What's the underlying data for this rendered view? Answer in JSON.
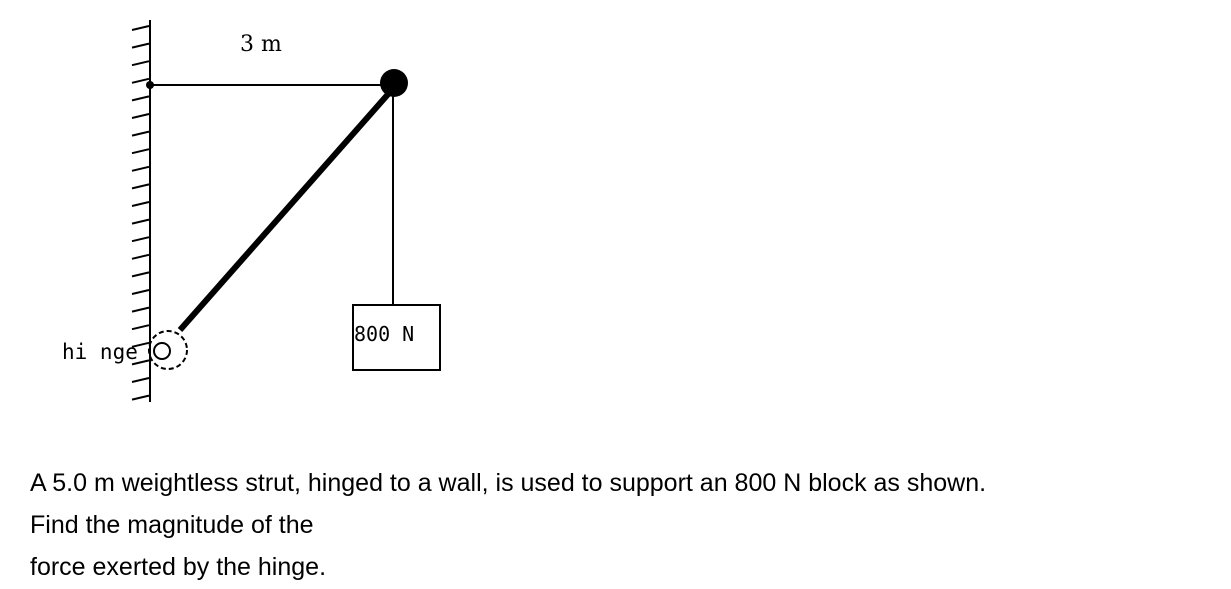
{
  "diagram": {
    "distance_label": "3 m",
    "hinge_label": "hi nge",
    "block_label": "800 N"
  },
  "problem": {
    "lines": [
      "A 5.0 m weightless strut, hinged to a wall, is used to support an 800 N block as shown.",
      "Find the magnitude of the",
      "force exerted by the hinge."
    ]
  }
}
